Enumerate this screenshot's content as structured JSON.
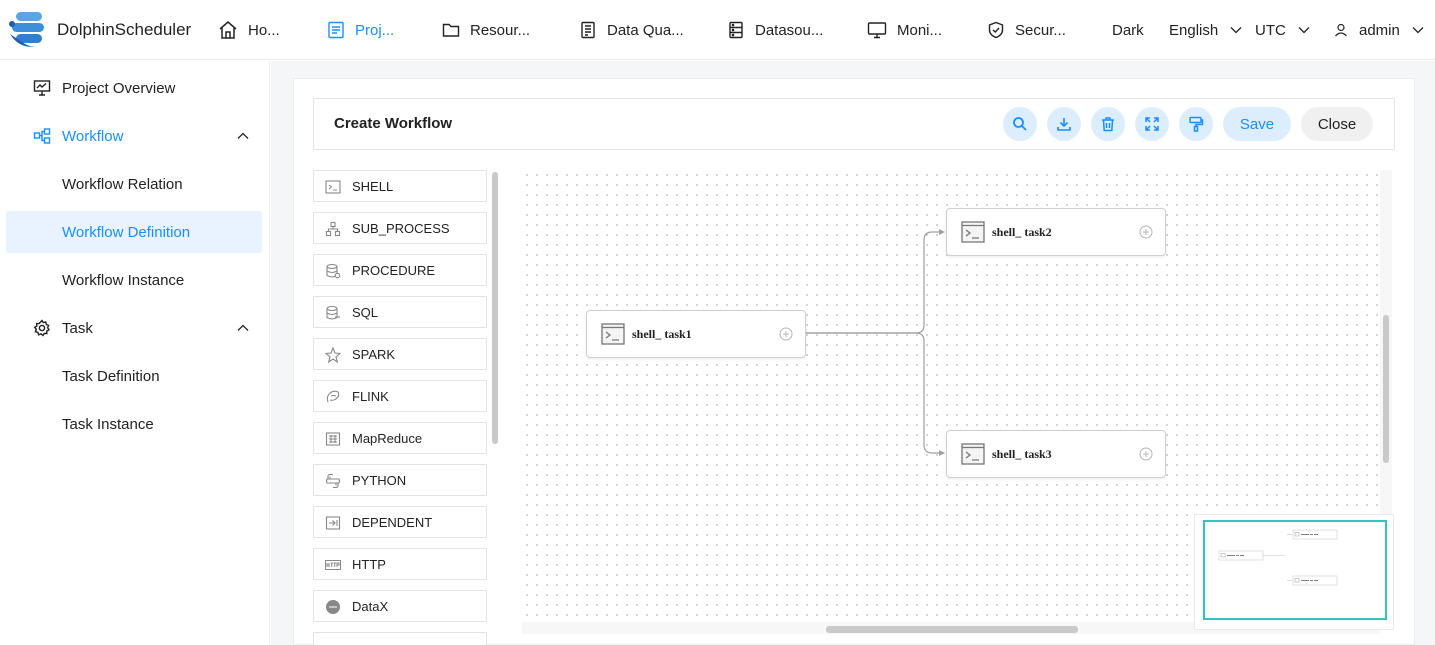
{
  "app": {
    "name": "DolphinScheduler"
  },
  "nav": {
    "items": [
      {
        "label": "Ho...",
        "icon": "home-icon"
      },
      {
        "label": "Proj...",
        "icon": "project-icon"
      },
      {
        "label": "Resour...",
        "icon": "folder-icon"
      },
      {
        "label": "Data Qua...",
        "icon": "data-quality-icon"
      },
      {
        "label": "Datasou...",
        "icon": "datasource-icon"
      },
      {
        "label": "Moni...",
        "icon": "monitor-icon"
      },
      {
        "label": "Secur...",
        "icon": "shield-icon"
      }
    ],
    "active": "Proj...",
    "theme": "Dark",
    "language": "English",
    "timezone": "UTC",
    "user": "admin"
  },
  "sidebar": {
    "project_overview": "Project Overview",
    "workflow": "Workflow",
    "workflow_relation": "Workflow Relation",
    "workflow_definition": "Workflow Definition",
    "workflow_instance": "Workflow Instance",
    "task": "Task",
    "task_definition": "Task Definition",
    "task_instance": "Task Instance"
  },
  "toolbar": {
    "title": "Create Workflow",
    "save_label": "Save",
    "close_label": "Close",
    "icons": [
      "search-icon",
      "download-icon",
      "delete-icon",
      "fullscreen-icon",
      "format-icon"
    ]
  },
  "palette": {
    "items": [
      {
        "label": "SHELL",
        "icon": "shell-icon"
      },
      {
        "label": "SUB_PROCESS",
        "icon": "sub-process-icon"
      },
      {
        "label": "PROCEDURE",
        "icon": "procedure-icon"
      },
      {
        "label": "SQL",
        "icon": "sql-icon"
      },
      {
        "label": "SPARK",
        "icon": "spark-icon"
      },
      {
        "label": "FLINK",
        "icon": "flink-icon"
      },
      {
        "label": "MapReduce",
        "icon": "mapreduce-icon"
      },
      {
        "label": "PYTHON",
        "icon": "python-icon"
      },
      {
        "label": "DEPENDENT",
        "icon": "dependent-icon"
      },
      {
        "label": "HTTP",
        "icon": "http-icon"
      },
      {
        "label": "DataX",
        "icon": "datax-icon"
      }
    ]
  },
  "canvas": {
    "nodes": [
      {
        "id": "task1",
        "label": "shell_ task1",
        "type": "SHELL"
      },
      {
        "id": "task2",
        "label": "shell_ task2",
        "type": "SHELL"
      },
      {
        "id": "task3",
        "label": "shell_ task3",
        "type": "SHELL"
      }
    ],
    "edges": [
      {
        "from": "task1",
        "to": "task2"
      },
      {
        "from": "task1",
        "to": "task3"
      }
    ]
  },
  "colors": {
    "accent": "#1890ff",
    "selected_bg": "#e8f3ff",
    "button_bg": "#dceefd",
    "minimap_border": "#38c1b6"
  }
}
